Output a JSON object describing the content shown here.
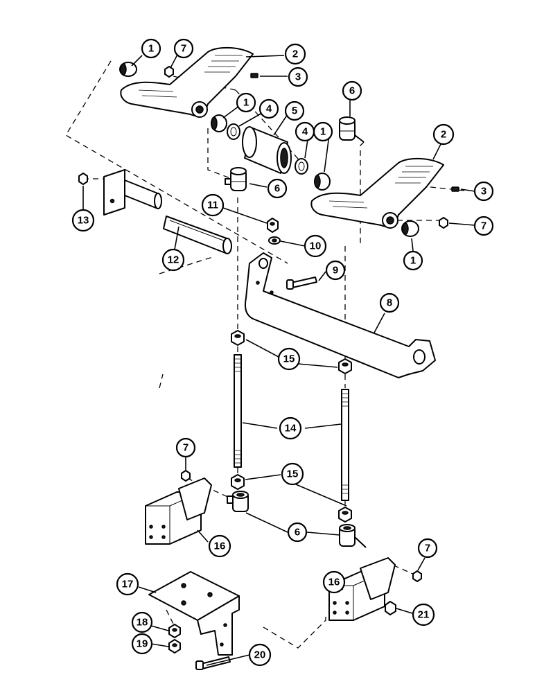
{
  "diagram": {
    "callouts": [
      {
        "id": "c1a",
        "label": "1"
      },
      {
        "id": "c7a",
        "label": "7"
      },
      {
        "id": "c2a",
        "label": "2"
      },
      {
        "id": "c3a",
        "label": "3"
      },
      {
        "id": "c1b",
        "label": "1"
      },
      {
        "id": "c4a",
        "label": "4"
      },
      {
        "id": "c5",
        "label": "5"
      },
      {
        "id": "c6a",
        "label": "6"
      },
      {
        "id": "c4b",
        "label": "4"
      },
      {
        "id": "c1c",
        "label": "1"
      },
      {
        "id": "c2b",
        "label": "2"
      },
      {
        "id": "c6b",
        "label": "6"
      },
      {
        "id": "c3b",
        "label": "3"
      },
      {
        "id": "c7b",
        "label": "7"
      },
      {
        "id": "c1d",
        "label": "1"
      },
      {
        "id": "c13",
        "label": "13"
      },
      {
        "id": "c11",
        "label": "11"
      },
      {
        "id": "c10",
        "label": "10"
      },
      {
        "id": "c12",
        "label": "12"
      },
      {
        "id": "c9",
        "label": "9"
      },
      {
        "id": "c8",
        "label": "8"
      },
      {
        "id": "c15a",
        "label": "15"
      },
      {
        "id": "c14",
        "label": "14"
      },
      {
        "id": "c7c",
        "label": "7"
      },
      {
        "id": "c15b",
        "label": "15"
      },
      {
        "id": "c6c",
        "label": "6"
      },
      {
        "id": "c16a",
        "label": "16"
      },
      {
        "id": "c7d",
        "label": "7"
      },
      {
        "id": "c16b",
        "label": "16"
      },
      {
        "id": "c17",
        "label": "17"
      },
      {
        "id": "c21",
        "label": "21"
      },
      {
        "id": "c18",
        "label": "18"
      },
      {
        "id": "c19",
        "label": "19"
      },
      {
        "id": "c20",
        "label": "20"
      }
    ]
  }
}
